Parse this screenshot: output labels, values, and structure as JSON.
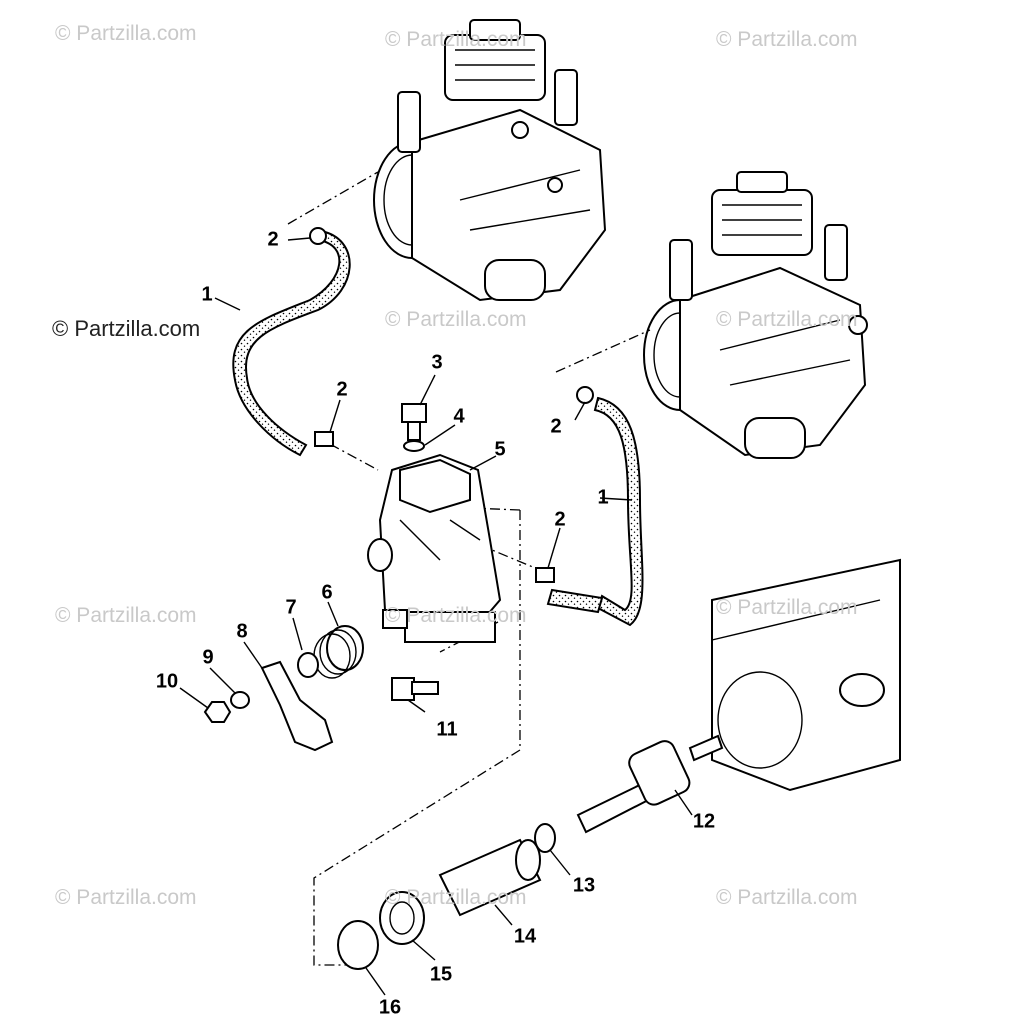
{
  "watermark": {
    "text": "© Partzilla.com",
    "main_text": "© Partzilla.com"
  },
  "callouts": {
    "c1a": "1",
    "c1b": "1",
    "c2a": "2",
    "c2b": "2",
    "c2c": "2",
    "c2d": "2",
    "c3": "3",
    "c4": "4",
    "c5": "5",
    "c6": "6",
    "c7": "7",
    "c8": "8",
    "c9": "9",
    "c10": "10",
    "c11": "11",
    "c12": "12",
    "c13": "13",
    "c14": "14",
    "c15": "15",
    "c16": "16"
  },
  "colors": {
    "line": "#000000",
    "watermark": "#c9c9c9",
    "background": "#ffffff"
  }
}
